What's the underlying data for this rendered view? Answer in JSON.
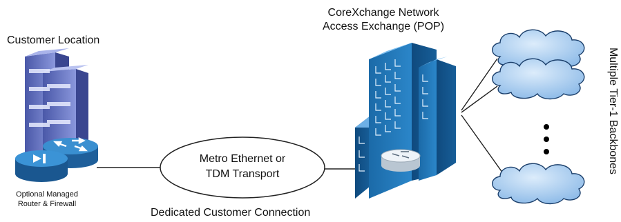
{
  "labels": {
    "customer_location": "Customer Location",
    "pop_line1": "CoreXchange Network",
    "pop_line2": "Access Exchange (POP)",
    "transport_line1": "Metro Ethernet or",
    "transport_line2": "TDM Transport",
    "router_line1": "Optional Managed",
    "router_line2": "Router & Firewall",
    "connection": "Dedicated Customer Connection",
    "backbones": "Multiple Tier-1 Backbones"
  },
  "icons": [
    "server-rack-icon",
    "router-icon",
    "firewall-icon",
    "building-icon",
    "cloud-icon"
  ],
  "colors": {
    "building": "#1d6fb0",
    "cloud": "#a9cdf0",
    "router": "#2a7bc0",
    "server": "#6b7ac8"
  }
}
